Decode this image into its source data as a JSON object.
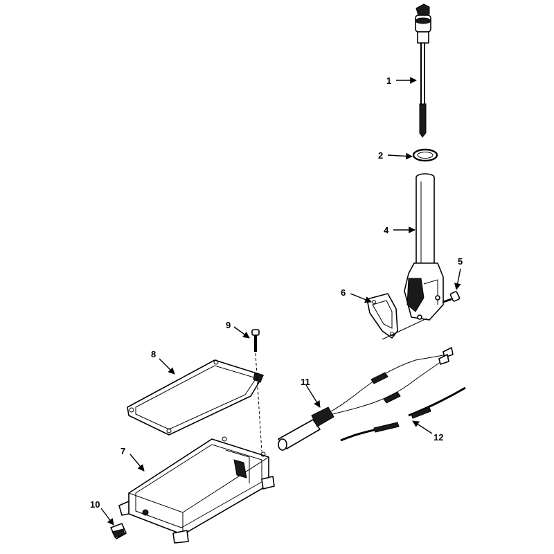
{
  "callouts": [
    {
      "id": "1",
      "label": "1"
    },
    {
      "id": "2",
      "label": "2"
    },
    {
      "id": "4",
      "label": "4"
    },
    {
      "id": "5",
      "label": "5"
    },
    {
      "id": "6",
      "label": "6"
    },
    {
      "id": "7",
      "label": "7"
    },
    {
      "id": "8",
      "label": "8"
    },
    {
      "id": "9",
      "label": "9"
    },
    {
      "id": "10",
      "label": "10"
    },
    {
      "id": "11",
      "label": "11"
    },
    {
      "id": "12",
      "label": "12"
    }
  ],
  "colors": {
    "ink": "#000000",
    "background": "#ffffff"
  }
}
